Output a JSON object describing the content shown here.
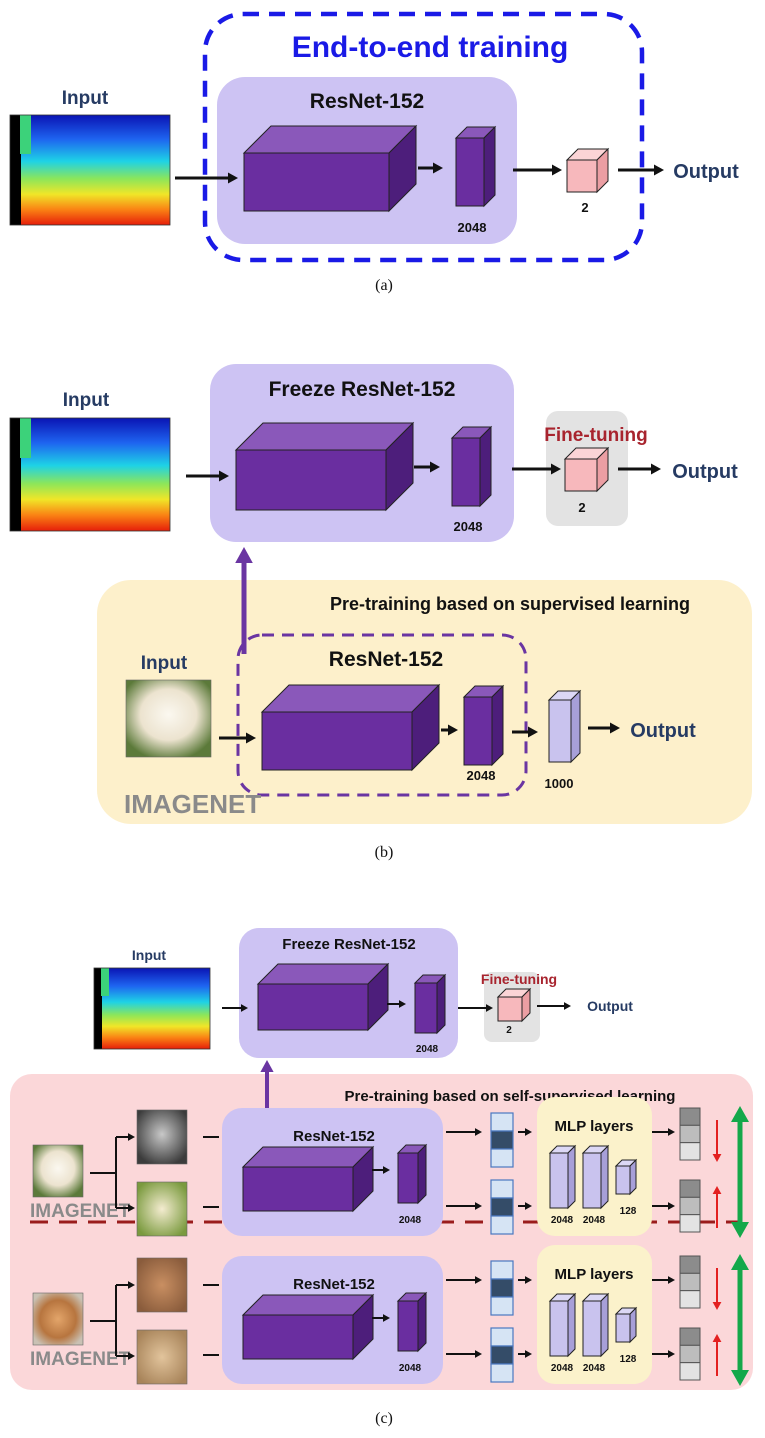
{
  "colors": {
    "cube_front": "#6a2ea0",
    "cube_top": "#8a58ba",
    "cube_side": "#4d1e7b",
    "pink_front": "#f7b8bc",
    "pink_top": "#fbd4d6",
    "pink_side": "#eb9ea3",
    "lav_front": "#c9c3ee",
    "lav_top": "#dcd8f5",
    "lav_side": "#a79fd8",
    "panel_lavender": "#cdc3f3",
    "panel_yellow": "#fdf0cb",
    "panel_pink": "#fbd7d9",
    "panel_mlp": "#fbf2cb",
    "blue_dashed": "#1a1ae6",
    "purple_dashed": "#6a35a2",
    "label_navy": "#263b63",
    "fine_tuning_red": "#a8242e",
    "green_arrow": "#14a84a",
    "red_arrow": "#e32020"
  },
  "panel_a": {
    "title": "End-to-end training",
    "input_label": "Input",
    "backbone": "ResNet-152",
    "feature_dim": "2048",
    "head_dim": "2",
    "output_label": "Output",
    "caption": "(a)",
    "input_image": "depth-map-image"
  },
  "panel_b": {
    "input_label": "Input",
    "frozen_backbone": "Freeze ResNet-152",
    "feature_dim": "2048",
    "fine_tuning_label": "Fine-tuning",
    "head_dim": "2",
    "output_label": "Output",
    "pretrain_title": "Pre-training based on supervised learning",
    "pretrain_input_label": "Input",
    "pretrain_backbone": "ResNet-152",
    "pretrain_feature_dim": "2048",
    "classes_dim": "1000",
    "pretrain_output_label": "Output",
    "imagenet_logo": "IMAGENET",
    "caption": "(b)"
  },
  "panel_c": {
    "input_label": "Input",
    "frozen_backbone": "Freeze ResNet-152",
    "feature_dim": "2048",
    "fine_tuning_label": "Fine-tuning",
    "head_dim": "2",
    "output_label": "Output",
    "pretrain_title": "Pre-training based on self-supervised learning",
    "rows": [
      {
        "backbone": "ResNet-152",
        "feature_dim": "2048",
        "mlp_title": "MLP layers",
        "mlp_dims": [
          "2048",
          "2048",
          "128"
        ],
        "imagenet_logo": "IMAGENET",
        "source_image": "golden-retriever-puppy"
      },
      {
        "backbone": "ResNet-152",
        "feature_dim": "2048",
        "mlp_title": "MLP layers",
        "mlp_dims": [
          "2048",
          "2048",
          "128"
        ],
        "imagenet_logo": "IMAGENET",
        "source_image": "tabby-cat"
      }
    ],
    "caption": "(c)"
  }
}
